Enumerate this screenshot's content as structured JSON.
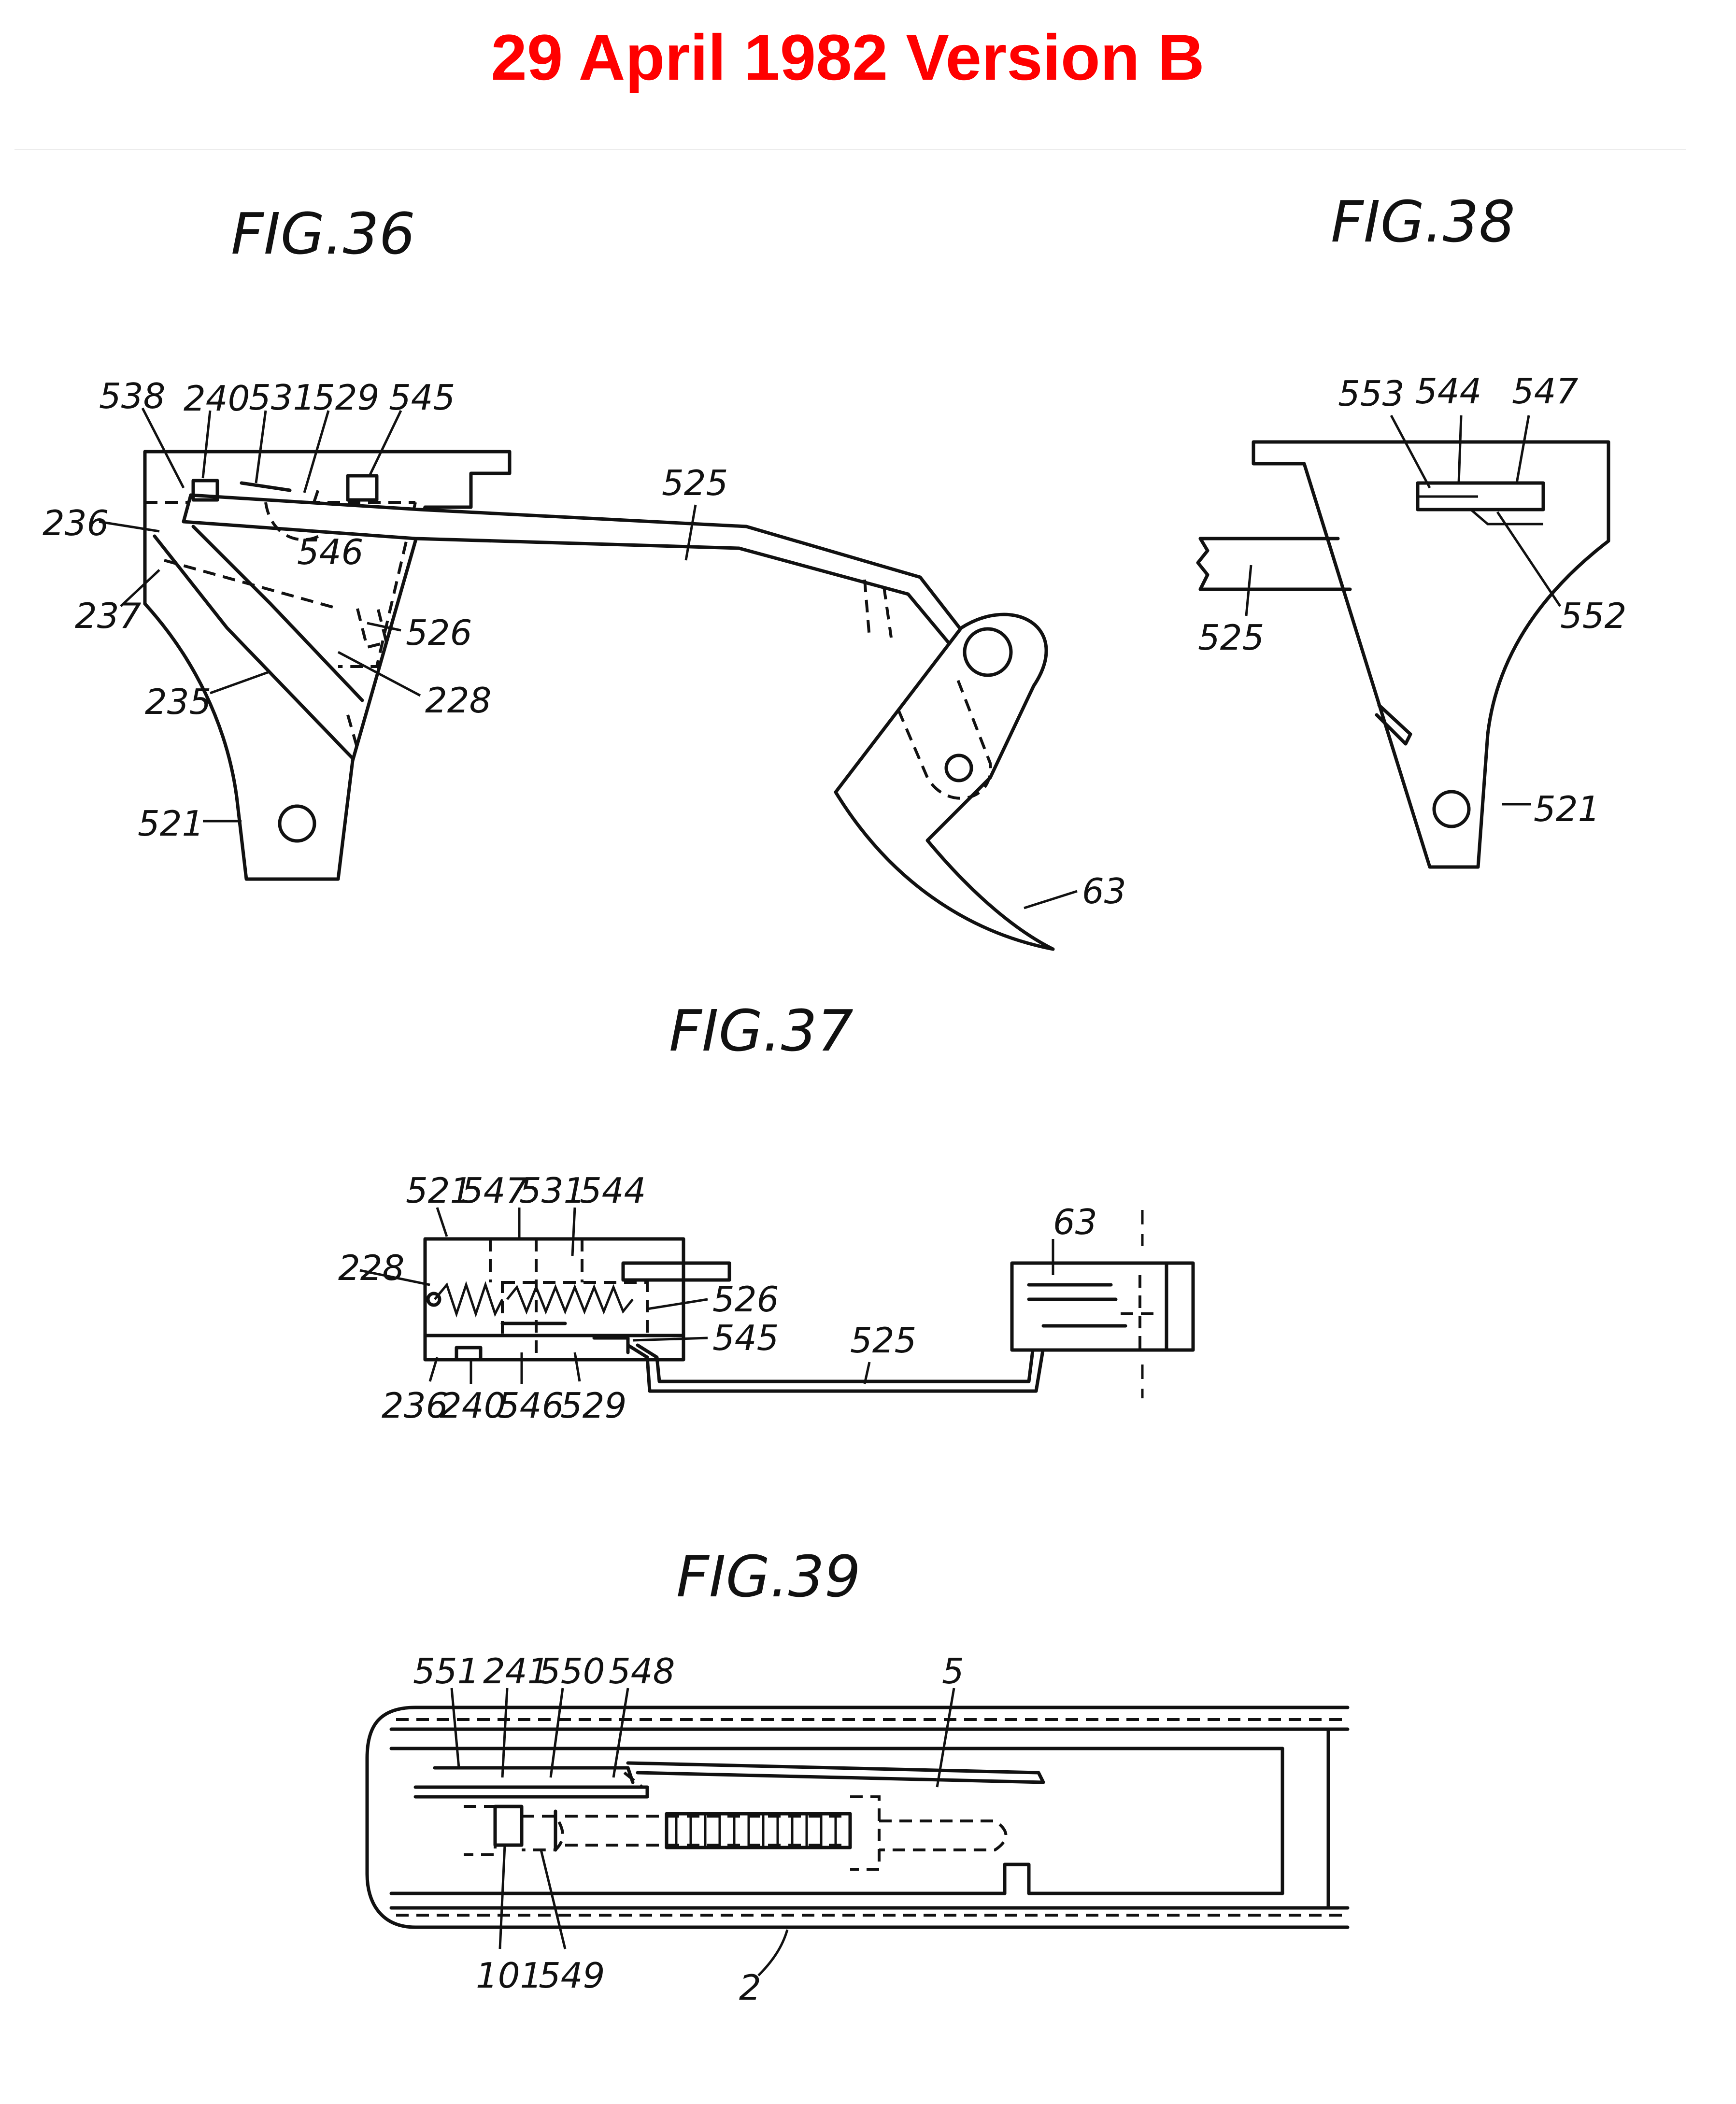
{
  "title": "29 April 1982 Version B",
  "figures": {
    "fig36": {
      "label": "FIG.36",
      "refs": {
        "r538": "538",
        "r240": "240",
        "r531": "531",
        "r529": "529",
        "r545": "545",
        "r525": "525",
        "r236": "236",
        "r546": "546",
        "r237": "237",
        "r526": "526",
        "r235": "235",
        "r228": "228",
        "r521": "521",
        "r63": "63"
      }
    },
    "fig38": {
      "label": "FIG.38",
      "refs": {
        "r553": "553",
        "r544": "544",
        "r547": "547",
        "r552": "552",
        "r525": "525",
        "r521": "521"
      }
    },
    "fig37": {
      "label": "FIG.37",
      "refs": {
        "r521": "521",
        "r547": "547",
        "r531": "531",
        "r544": "544",
        "r63": "63",
        "r228": "228",
        "r526": "526",
        "r545": "545",
        "r525": "525",
        "r236": "236",
        "r240": "240",
        "r546": "546",
        "r529": "529"
      }
    },
    "fig39": {
      "label": "FIG.39",
      "refs": {
        "r551": "551",
        "r241": "241",
        "r550": "550",
        "r548": "548",
        "r5": "5",
        "r101": "101",
        "r549": "549",
        "r2": "2"
      }
    }
  },
  "colors": {
    "title": "#ff0000",
    "ink": "#111111",
    "background": "#ffffff"
  }
}
